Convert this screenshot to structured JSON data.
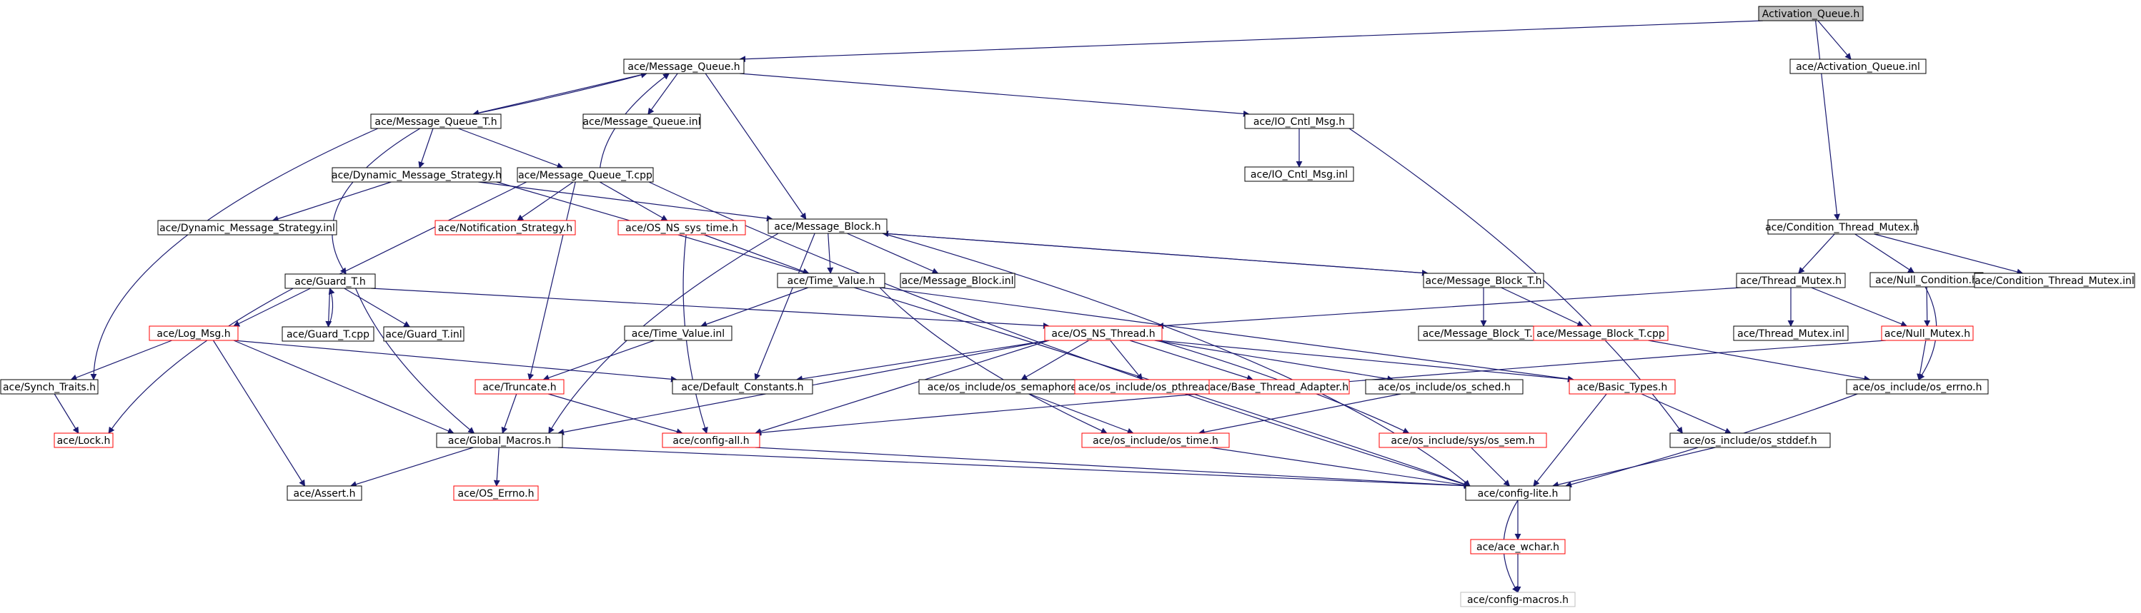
{
  "nodes": {
    "activation_queue_h": "Activation_Queue.h",
    "message_queue_h": "ace/Message_Queue.h",
    "activation_queue_inl": "ace/Activation_Queue.inl",
    "message_queue_t_h": "ace/Message_Queue_T.h",
    "message_queue_inl": "ace/Message_Queue.inl",
    "io_cntl_msg_h": "ace/IO_Cntl_Msg.h",
    "io_cntl_msg_inl": "ace/IO_Cntl_Msg.inl",
    "dynamic_message_strategy_h": "ace/Dynamic_Message_Strategy.h",
    "message_queue_t_cpp": "ace/Message_Queue_T.cpp",
    "dynamic_message_strategy_inl": "ace/Dynamic_Message_Strategy.inl",
    "notification_strategy_h": "ace/Notification_Strategy.h",
    "os_ns_sys_time_h": "ace/OS_NS_sys_time.h",
    "message_block_h": "ace/Message_Block.h",
    "condition_thread_mutex_h": "ace/Condition_Thread_Mutex.h",
    "guard_t_h": "ace/Guard_T.h",
    "time_value_h": "ace/Time_Value.h",
    "message_block_inl": "ace/Message_Block.inl",
    "message_block_t_h": "ace/Message_Block_T.h",
    "thread_mutex_h": "ace/Thread_Mutex.h",
    "null_condition_h": "ace/Null_Condition.h",
    "condition_thread_mutex_inl": "ace/Condition_Thread_Mutex.inl",
    "log_msg_h": "ace/Log_Msg.h",
    "guard_t_cpp": "ace/Guard_T.cpp",
    "guard_t_inl": "ace/Guard_T.inl",
    "time_value_inl": "ace/Time_Value.inl",
    "os_ns_thread_h": "ace/OS_NS_Thread.h",
    "message_block_t_inl": "ace/Message_Block_T.inl",
    "message_block_t_cpp": "ace/Message_Block_T.cpp",
    "thread_mutex_inl": "ace/Thread_Mutex.inl",
    "null_mutex_h": "ace/Null_Mutex.h",
    "synch_traits_h": "ace/Synch_Traits.h",
    "default_constants_h": "ace/Default_Constants.h",
    "truncate_h": "ace/Truncate.h",
    "os_include_os_semaphore_h": "ace/os_include/os_semaphore.h",
    "os_include_os_pthread_h": "ace/os_include/os_pthread.h",
    "base_thread_adapter_h": "ace/Base_Thread_Adapter.h",
    "os_include_os_sched_h": "ace/os_include/os_sched.h",
    "basic_types_h": "ace/Basic_Types.h",
    "os_include_os_errno_h": "ace/os_include/os_errno.h",
    "lock_h": "ace/Lock.h",
    "global_macros_h": "ace/Global_Macros.h",
    "config_all_h": "ace/config-all.h",
    "os_include_os_time_h": "ace/os_include/os_time.h",
    "os_include_sys_os_sem_h": "ace/os_include/sys/os_sem.h",
    "os_include_os_stddef_h": "ace/os_include/os_stddef.h",
    "assert_h": "ace/Assert.h",
    "os_errno_h": "ace/OS_Errno.h",
    "config_lite_h": "ace/config-lite.h",
    "ace_wchar_h": "ace/ace_wchar.h",
    "config_macros_h": "ace/config-macros.h"
  },
  "colors": {
    "edge": "#191970",
    "root_fill": "#bfbfbf",
    "truncated_border": "#ff0000",
    "normal_border": "#000000",
    "leaf_border": "#bfbfbf"
  }
}
